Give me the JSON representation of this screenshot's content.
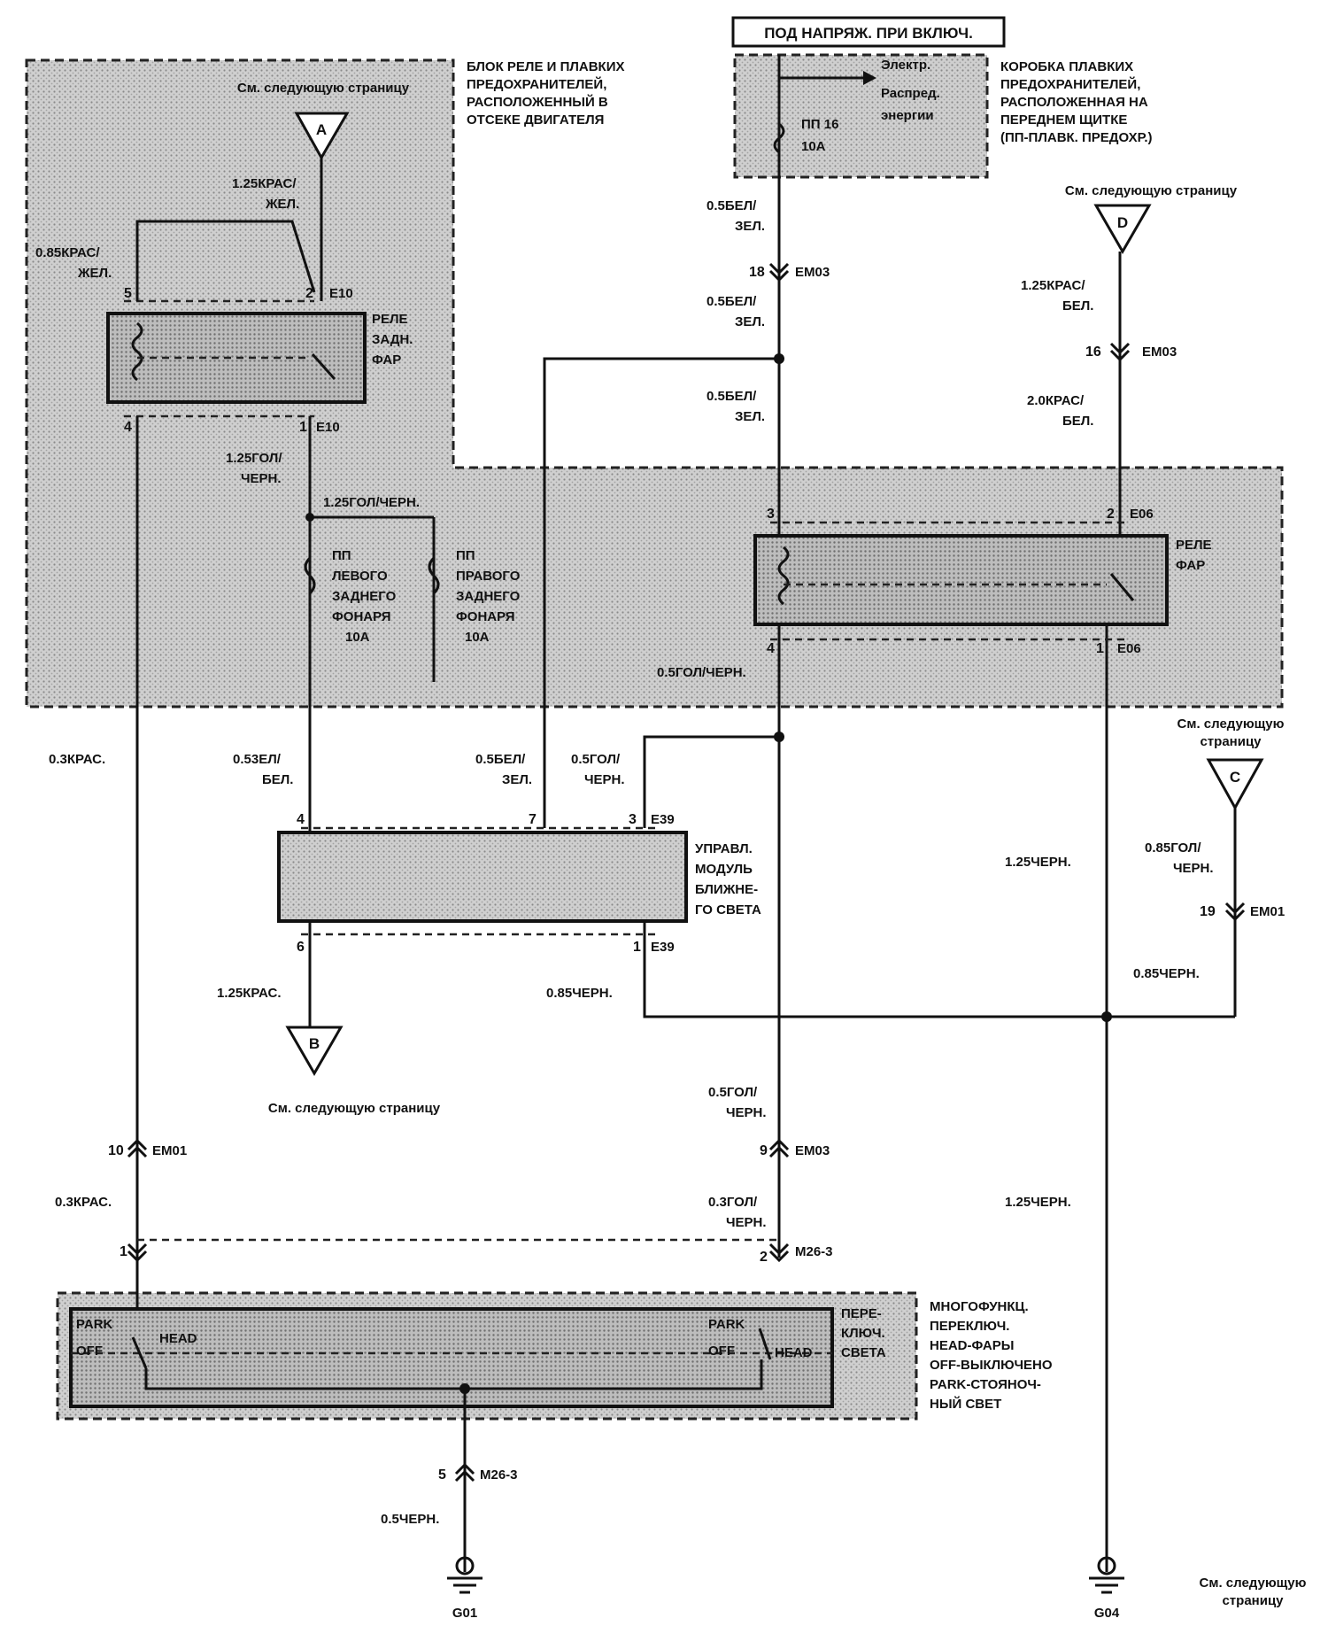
{
  "header_power": "ПОД НАПРЯЖ. ПРИ ВКЛЮЧ.",
  "blocks": {
    "engine_block": [
      "БЛОК РЕЛЕ И ПЛАВКИХ",
      "ПРЕДОХРАНИТЕЛЕЙ,",
      "РАСПОЛОЖЕННЫЙ В",
      "ОТСЕКЕ ДВИГАТЕЛЯ"
    ],
    "dash_fuse_box": [
      "КОРОБКА ПЛАВКИХ",
      "ПРЕДОХРАНИТЕЛЕЙ,",
      "РАСПОЛОЖЕННАЯ НА",
      "ПЕРЕДНЕМ ЩИТКЕ",
      "(ПП-ПЛАВК. ПРЕДОХР.)"
    ],
    "power_dist": [
      "Электр.",
      "Распред.",
      "энергии"
    ],
    "fuse_pp": [
      "ПП 16",
      "10A"
    ],
    "tail_relay": [
      "РЕЛЕ",
      "ЗАДН.",
      "ФАР"
    ],
    "head_relay": [
      "РЕЛЕ",
      "ФАР"
    ],
    "fuse_left": [
      "ПП",
      "ЛЕВОГО",
      "ЗАДНЕГО",
      "ФОНАРЯ",
      "10A"
    ],
    "fuse_right": [
      "ПП",
      "ПРАВОГО",
      "ЗАДНЕГО",
      "ФОНАРЯ",
      "10A"
    ],
    "flash_module": [
      "УПРАВЛ.",
      "МОДУЛЬ",
      "БЛИЖНЕ-",
      "ГО СВЕТА"
    ],
    "light_switch": [
      "ПЕРЕ-",
      "КЛЮЧ.",
      "СВЕТА"
    ],
    "multi_switch": [
      "МНОГОФУНКЦ.",
      "ПЕРЕКЛЮЧ.",
      "HEAD-ФАРЫ",
      "OFF-ВЫКЛЮЧЕНО",
      "PARK-СТОЯНОЧ-",
      "НЫЙ СВЕТ"
    ]
  },
  "refs": {
    "see_next": "См. следующую страницу",
    "see_next_l1": "См. следующую",
    "see_next_l2": "страницу",
    "A": "A",
    "B": "B",
    "C": "C",
    "D": "D"
  },
  "wires": {
    "w125kras_zhel": [
      "1.25КРАС/",
      "ЖЕЛ."
    ],
    "w085kras_zhel": [
      "0.85КРАС/",
      "ЖЕЛ."
    ],
    "w125gol_cher": [
      "1.25ГОЛ/",
      "ЧЕРН."
    ],
    "w125gol_cher_h": "1.25ГОЛ/ЧЕРН.",
    "w055bel_zel_1": [
      "0.5БЕЛ/",
      "ЗЕЛ."
    ],
    "w055bel_zel_2": [
      "0.5БЕЛ/",
      "ЗЕЛ."
    ],
    "w055bel_zel_3": [
      "0.5БЕЛ/",
      "ЗЕЛ."
    ],
    "w125kras_bel": [
      "1.25КРАС/",
      "БЕЛ."
    ],
    "w20kras_bel": [
      "2.0КРАС/",
      "БЕЛ."
    ],
    "w05gol_cher_h": "0.5ГОЛ/ЧЕРН.",
    "w03kras_1": "0.3КРАС.",
    "w053bel_bel": [
      "0.53ЕЛ/",
      "БЕЛ."
    ],
    "w05bel_zel_m": [
      "0.5БЕЛ/",
      "ЗЕЛ."
    ],
    "w05gol_cher_m": [
      "0.5ГОЛ/",
      "ЧЕРН."
    ],
    "w125cher_1": "1.25ЧЕРН.",
    "w085gol_cher": [
      "0.85ГОЛ/",
      "ЧЕРН."
    ],
    "w085cher_r": "0.85ЧЕРН.",
    "w125kras": "1.25КРАС.",
    "w085cher_m": "0.85ЧЕРН.",
    "w05gol_cher_2": [
      "0.5ГОЛ/",
      "ЧЕРН."
    ],
    "w03kras_2": "0.3КРАС.",
    "w03gol_cher": [
      "0.3ГОЛ/",
      "ЧЕРН."
    ],
    "w125cher_2": "1.25ЧЕРН.",
    "w05cher": "0.5ЧЕРН."
  },
  "connectors": {
    "em03_18": {
      "pin": "18",
      "id": "EM03"
    },
    "em03_16": {
      "pin": "16",
      "id": "EM03"
    },
    "em01_19": {
      "pin": "19",
      "id": "EM01"
    },
    "em01_10": {
      "pin": "10",
      "id": "EM01"
    },
    "em03_9": {
      "pin": "9",
      "id": "EM03"
    },
    "m26_1": {
      "pin": "1",
      "id": ""
    },
    "m26_2": {
      "pin": "2",
      "id": "M26-3"
    },
    "m26_5": {
      "pin": "5",
      "id": "M26-3"
    },
    "e10_top": {
      "pin": "2",
      "id": "E10"
    },
    "e10_bot": {
      "pin": "1",
      "id": "E10"
    },
    "tr_pin5": "5",
    "tr_pin4": "4",
    "e06_top": {
      "pin": "2",
      "id": "E06"
    },
    "e06_bot": {
      "pin": "1",
      "id": "E06"
    },
    "hr_pin3": "3",
    "hr_pin4": "4",
    "mod_pin4": "4",
    "mod_pin7": "7",
    "mod_e39_top": {
      "pin": "3",
      "id": "E39"
    },
    "mod_pin6": "6",
    "mod_e39_bot": {
      "pin": "1",
      "id": "E39"
    }
  },
  "switch_pos": {
    "park": "PARK",
    "off": "OFF",
    "head": "HEAD"
  },
  "grounds": {
    "g01": "G01",
    "g04": "G04"
  }
}
